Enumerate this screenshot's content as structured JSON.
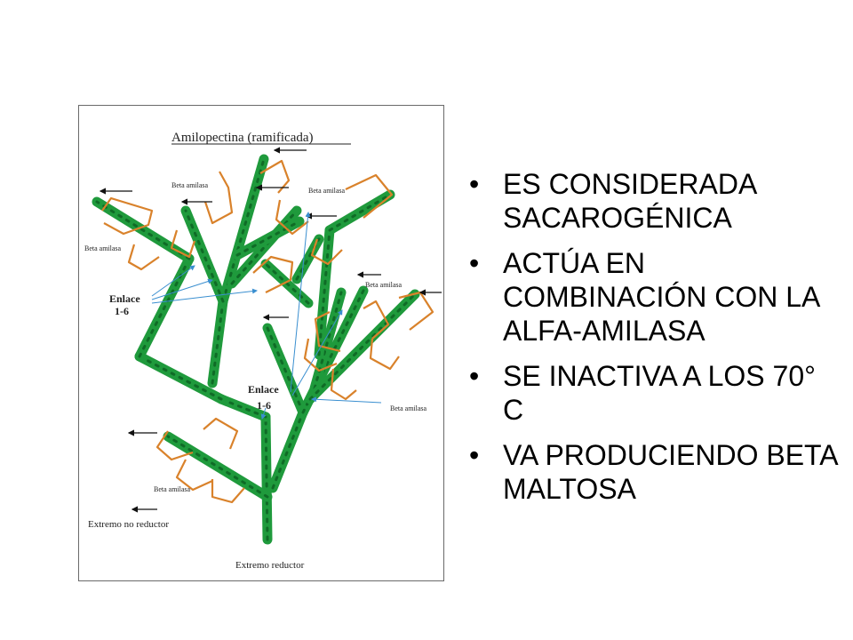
{
  "figure": {
    "title": "Amilopectina (ramificada)",
    "beta_label": "Beta amilasa",
    "link_label_line1": "Enlace",
    "link_label_line2": "1-6",
    "extremo_no_reductor": "Extremo no  reductor",
    "extremo_reductor": "Extremo reductor",
    "colors": {
      "chain": "#1f9a3c",
      "chain_dark": "#0f6b26",
      "bracket": "#d9822b",
      "arrow_black": "#111111",
      "arrow_blue": "#3a8fd0"
    }
  },
  "bullets": [
    "ES CONSIDERADA SACAROGÉNICA",
    "ACTÚA EN COMBINACIÓN CON LA ALFA-AMILASA",
    "SE INACTIVA A LOS 70° C",
    "VA PRODUCIENDO BETA MALTOSA"
  ]
}
